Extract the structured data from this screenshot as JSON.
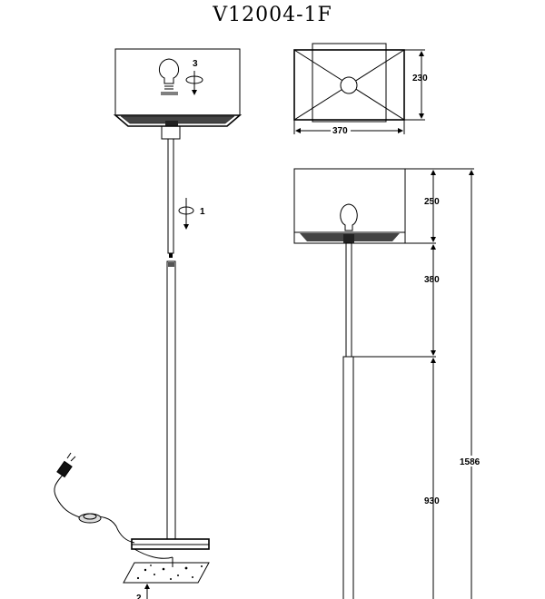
{
  "title": "V12004-1F",
  "dimensions": {
    "shade_width": "370",
    "shade_depth": "230",
    "shade_height": "250",
    "upper_rod": "380",
    "lower_rod": "930",
    "total_height": "1586"
  },
  "steps": {
    "step_rod": "1",
    "step_base": "2",
    "step_bulb": "3"
  }
}
